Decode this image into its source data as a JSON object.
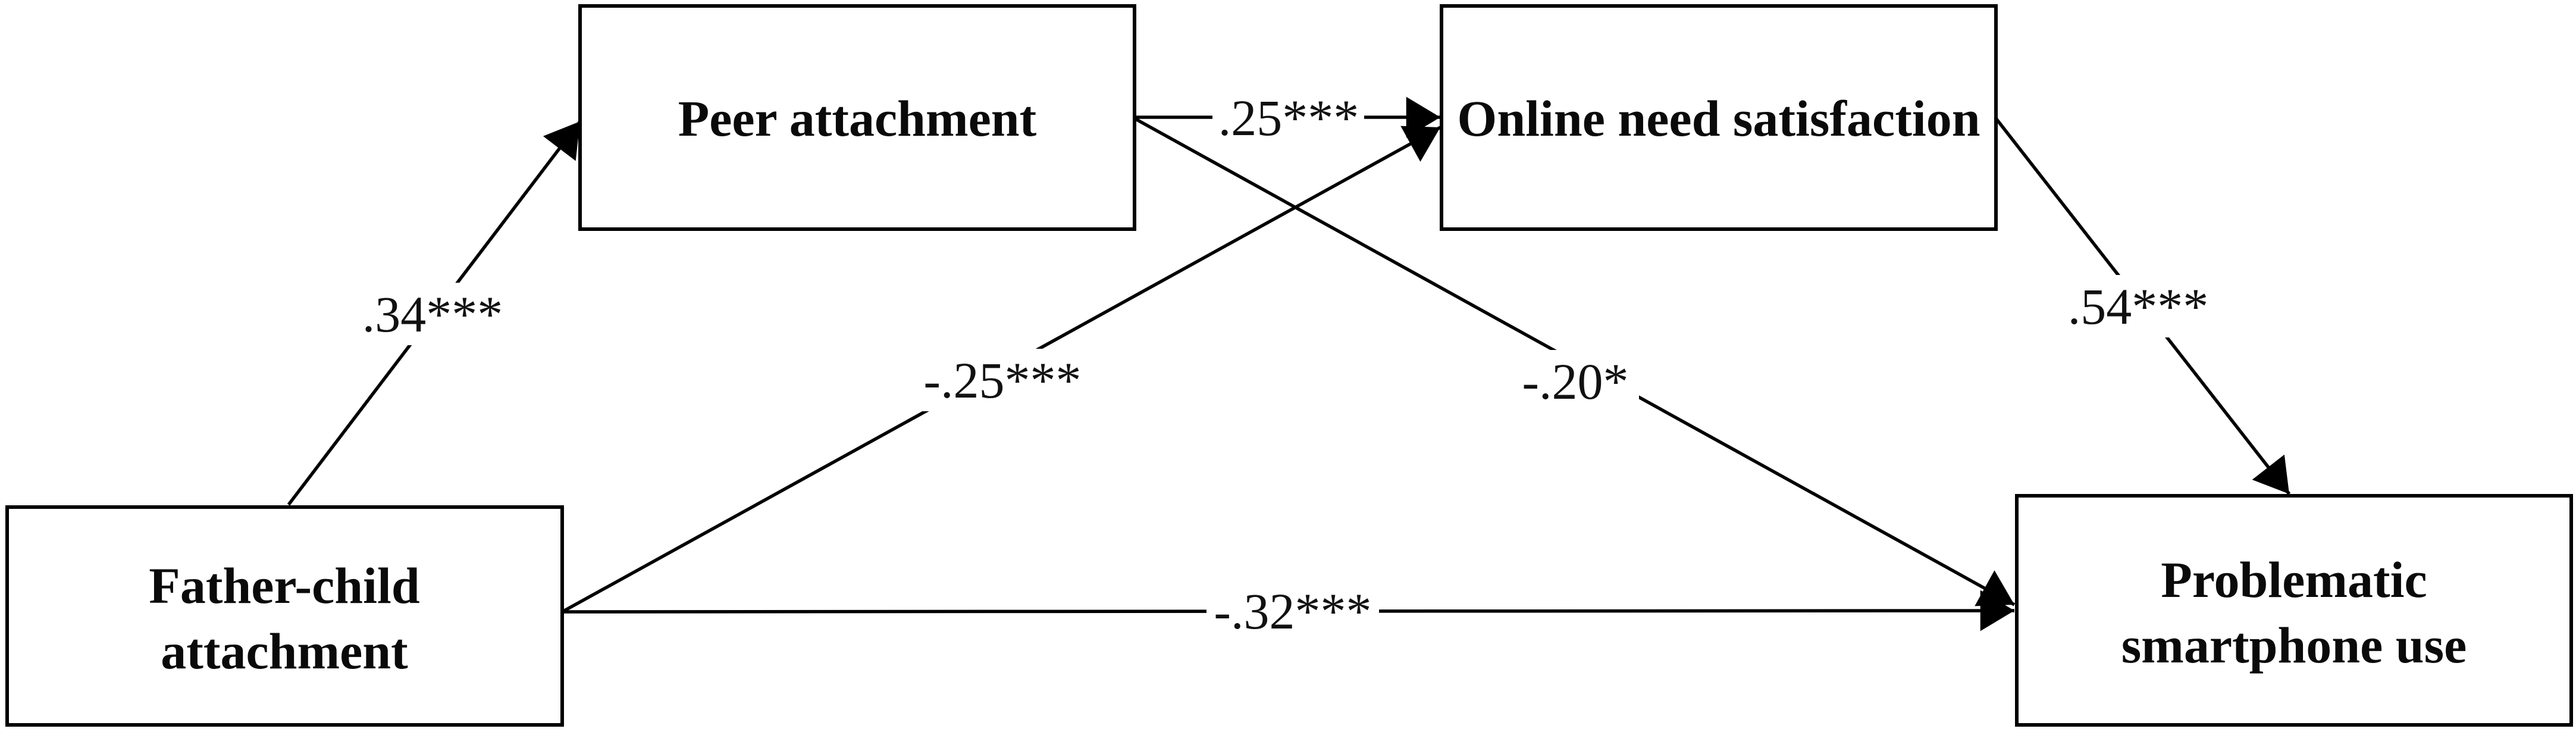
{
  "diagram": {
    "type": "mediation-path-model",
    "background_color": "#ffffff",
    "line_color": "#000000",
    "box_border_color": "#000000",
    "box_fill_color": "#ffffff",
    "nodes": [
      {
        "id": "father",
        "label": "Father-child attachment",
        "label_lines": [
          "Father-child",
          "attachment"
        ]
      },
      {
        "id": "peer",
        "label": "Peer attachment",
        "label_lines": [
          "Peer attachment"
        ]
      },
      {
        "id": "online",
        "label": "Online need satisfaction",
        "label_lines": [
          "Online need satisfaction"
        ]
      },
      {
        "id": "psu",
        "label": "Problematic smartphone use",
        "label_lines": [
          "Problematic",
          "smartphone use"
        ]
      }
    ],
    "paths": [
      {
        "from": "father",
        "to": "peer",
        "coefficient": ".34***"
      },
      {
        "from": "peer",
        "to": "online",
        "coefficient": ".25***"
      },
      {
        "from": "father",
        "to": "online",
        "coefficient": "-.25***"
      },
      {
        "from": "peer",
        "to": "psu",
        "coefficient": "-.20*"
      },
      {
        "from": "online",
        "to": "psu",
        "coefficient": ".54***"
      },
      {
        "from": "father",
        "to": "psu",
        "coefficient": "-.32***"
      }
    ]
  }
}
